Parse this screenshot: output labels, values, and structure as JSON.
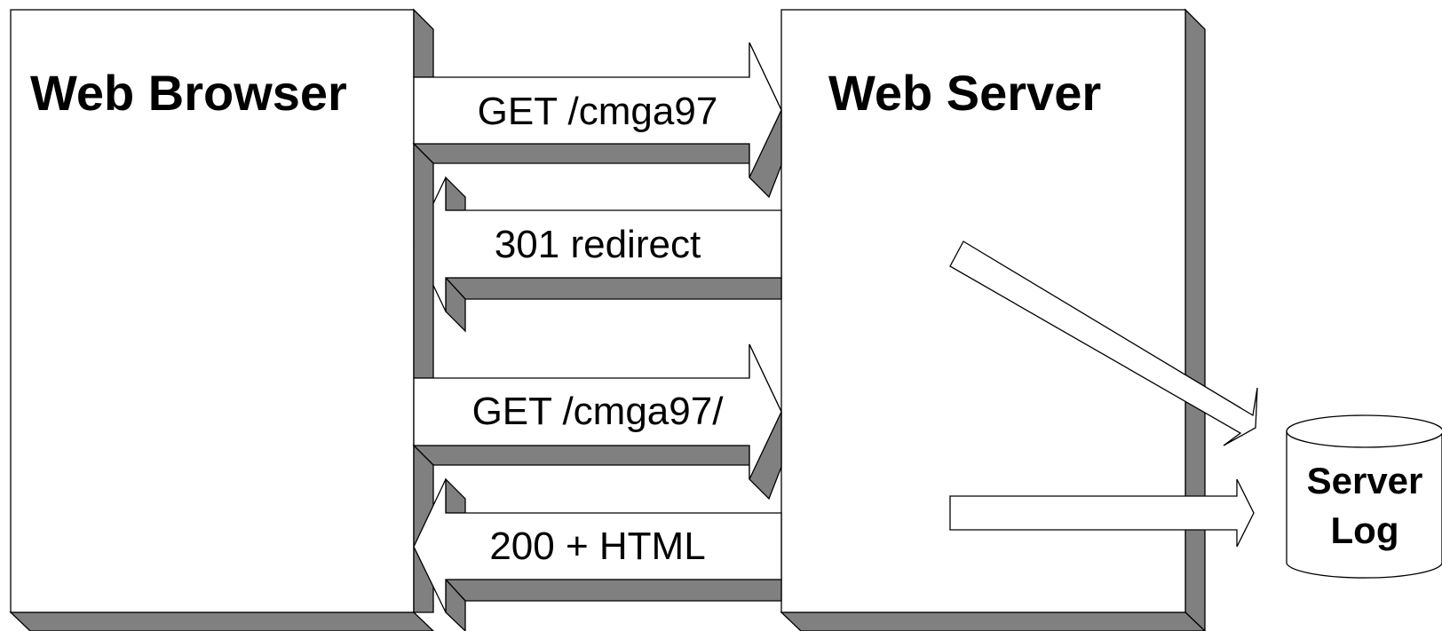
{
  "browser": {
    "title": "Web Browser"
  },
  "server": {
    "title": "Web Server"
  },
  "log": {
    "line1": "Server",
    "line2": "Log"
  },
  "messages": [
    {
      "label": "GET /cmga97",
      "direction": "to-server"
    },
    {
      "label": "301 redirect",
      "direction": "to-browser"
    },
    {
      "label": "GET /cmga97/",
      "direction": "to-server"
    },
    {
      "label": "200 + HTML",
      "direction": "to-browser"
    }
  ],
  "colors": {
    "shadow": "#808080",
    "face": "#ffffff",
    "outline": "#000000"
  }
}
